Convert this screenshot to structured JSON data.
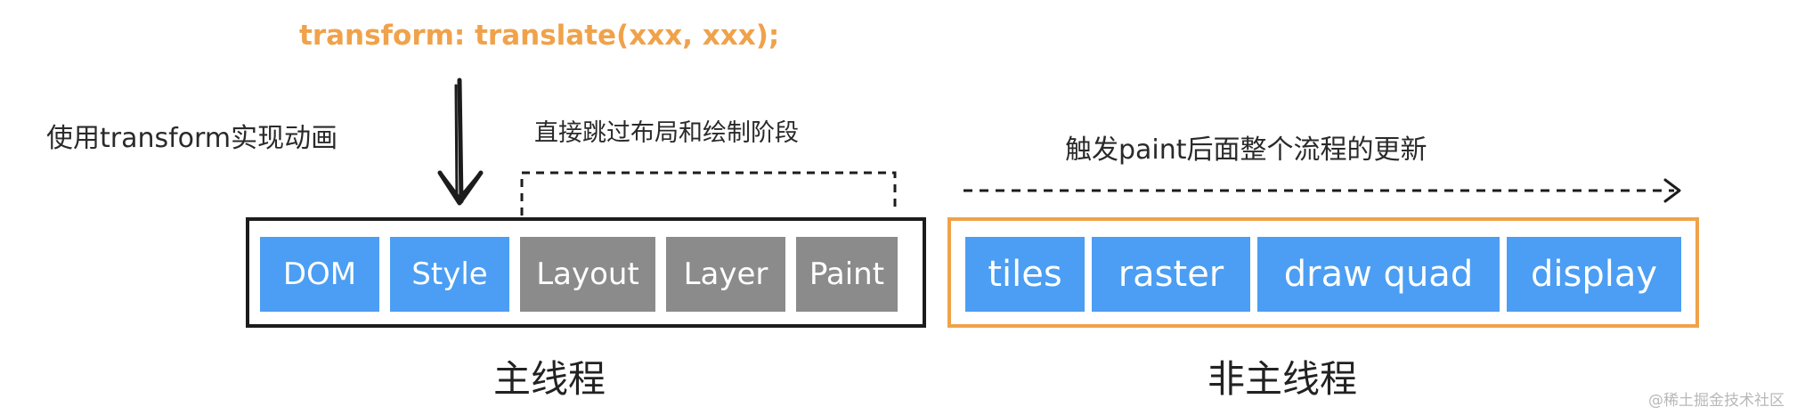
{
  "code_annotation": "transform: translate(xxx, xxx);",
  "notes": {
    "left": "使用transform实现动画",
    "middle": "直接跳过布局和绘制阶段",
    "right": "触发paint后面整个流程的更新"
  },
  "main_thread": {
    "label": "主线程",
    "steps": [
      {
        "label": "DOM",
        "state": "active"
      },
      {
        "label": "Style",
        "state": "active"
      },
      {
        "label": "Layout",
        "state": "skipped"
      },
      {
        "label": "Layer",
        "state": "skipped"
      },
      {
        "label": "Paint",
        "state": "skipped"
      }
    ]
  },
  "non_main_thread": {
    "label": "非主线程",
    "steps": [
      {
        "label": "tiles",
        "state": "active"
      },
      {
        "label": "raster",
        "state": "active"
      },
      {
        "label": "draw quad",
        "state": "active"
      },
      {
        "label": "display",
        "state": "active"
      }
    ]
  },
  "colors": {
    "active_step": "#4b9ef3",
    "skipped_step": "#8b8b8b",
    "main_frame": "#1c1c1c",
    "side_frame": "#f0a24a",
    "code_text": "#f0a24a"
  },
  "watermark": "@稀土掘金技术社区"
}
